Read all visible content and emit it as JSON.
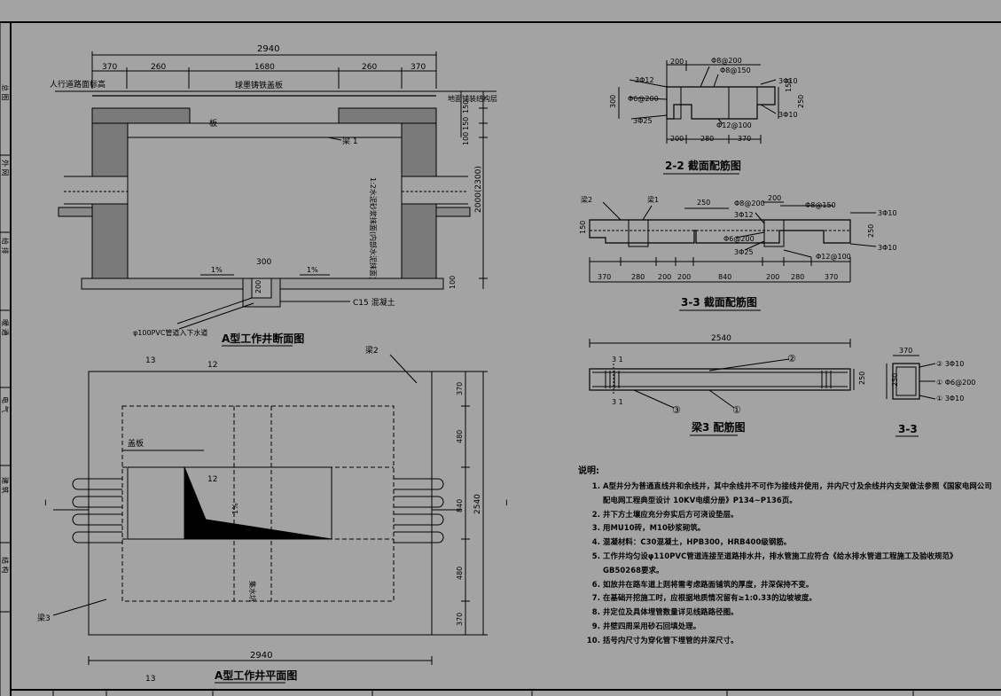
{
  "sheet": {
    "side_labels": [
      "总 图",
      "外 网",
      "给 排",
      "暖 通",
      "电 气",
      "建 筑",
      "结 构"
    ]
  },
  "section_a": {
    "title": "A型工作井断面图",
    "dims_top": [
      "2940",
      "370",
      "260",
      "1680",
      "260",
      "370"
    ],
    "label_road": "人行道路面标高",
    "label_cover": "球墨铸铁盖板",
    "label_ground": "地面铺装结构层",
    "label_slab": "板",
    "label_beam": "梁 1",
    "label_note_vertical": "1:2水泥砂浆抹面(内部水泥抹面)",
    "dims_right": [
      "150",
      "150",
      "100",
      "2000(2300)",
      "100"
    ],
    "slope_left": "1%",
    "slope_right": "1%",
    "sump_w": "300",
    "sump_h": "200",
    "label_concrete": "C15  混凝土",
    "label_pipe": "φ100PVC管道入下水道"
  },
  "plan_a": {
    "title": "A型工作井平面图",
    "label_13a": "13",
    "label_12a": "12",
    "label_12b": "12",
    "label_13b": "13",
    "label_beam2": "梁2",
    "label_beam3": "梁3",
    "label_cover": "盖板",
    "label_drain": "集水坑",
    "label_slope": "1%",
    "label_i_left": "I",
    "label_i_right": "I",
    "dims_right": [
      "370",
      "480",
      "840",
      "480",
      "370"
    ],
    "dim_total_right": "2540",
    "dim_bottom": "2940"
  },
  "sec22": {
    "title": "2-2  截面配筋图",
    "dims_top": [
      "200"
    ],
    "dims_bottom": [
      "200",
      "280",
      "370"
    ],
    "dim_left": "300",
    "dim_right": [
      "150",
      "250"
    ],
    "labels": [
      "Φ8@200",
      "Φ8@150",
      "3Φ12",
      "3Φ10",
      "Φ6@200",
      "3Φ10",
      "3Φ25",
      "Φ12@100"
    ]
  },
  "sec33": {
    "title": "3-3  截面配筋图",
    "label_beam2": "梁2",
    "label_beam1": "梁1",
    "dims_top": [
      "250",
      "200"
    ],
    "dim_left": "150",
    "dim_right": "250",
    "dims_bottom": [
      "370",
      "280",
      "200",
      "200",
      "840",
      "200",
      "280",
      "370"
    ],
    "labels": [
      "Φ8@200",
      "Φ8@150",
      "3Φ12",
      "3Φ10",
      "Φ6@200",
      "3Φ10",
      "3Φ25",
      "Φ12@100"
    ]
  },
  "beam3": {
    "title": "梁3  配筋图",
    "dim_total": "2540",
    "dim_h": "250",
    "label_31a": "3 1",
    "label_31b": "3 1",
    "marks": [
      "②",
      "③",
      "①"
    ],
    "sec_title": "3-3",
    "sec_dim_w": "370",
    "sec_dim_h": "250",
    "sec_labels": [
      "② 3Φ10",
      "① Φ6@200",
      "① 3Φ10"
    ]
  },
  "notes": {
    "heading": "说明:",
    "items": [
      "A型井分为普通直线井和余线井，其中余线井不可作为接线井使用，井内尺寸及余线井内支架做法参照《国家电网公司配电网工程典型设计 10KV电缆分册》P134~P136页。",
      "井下方土壤应充分夯实后方可浇设垫层。",
      "用MU10砖，M10砂浆砌筑。",
      "混凝材料：C30混凝土，HPB300，HRB400级钢筋。",
      "工作井均匀设φ110PVC管道连接至道路排水井，排水管施工应符合《给水排水管道工程施工及验收规范》GB50268要求。",
      "如放井在路车道上则将需考虑路面铺筑的厚度，井深保持不变。",
      "在基础开挖施工时，应根据地质情况留有≥1:0.33的边坡坡度。",
      "井定位及具体埋管数量详见线路路径图。",
      "井壁四周采用砂石回填处理。",
      "括号内尺寸为穿化管下埋管的井深尺寸。"
    ]
  }
}
